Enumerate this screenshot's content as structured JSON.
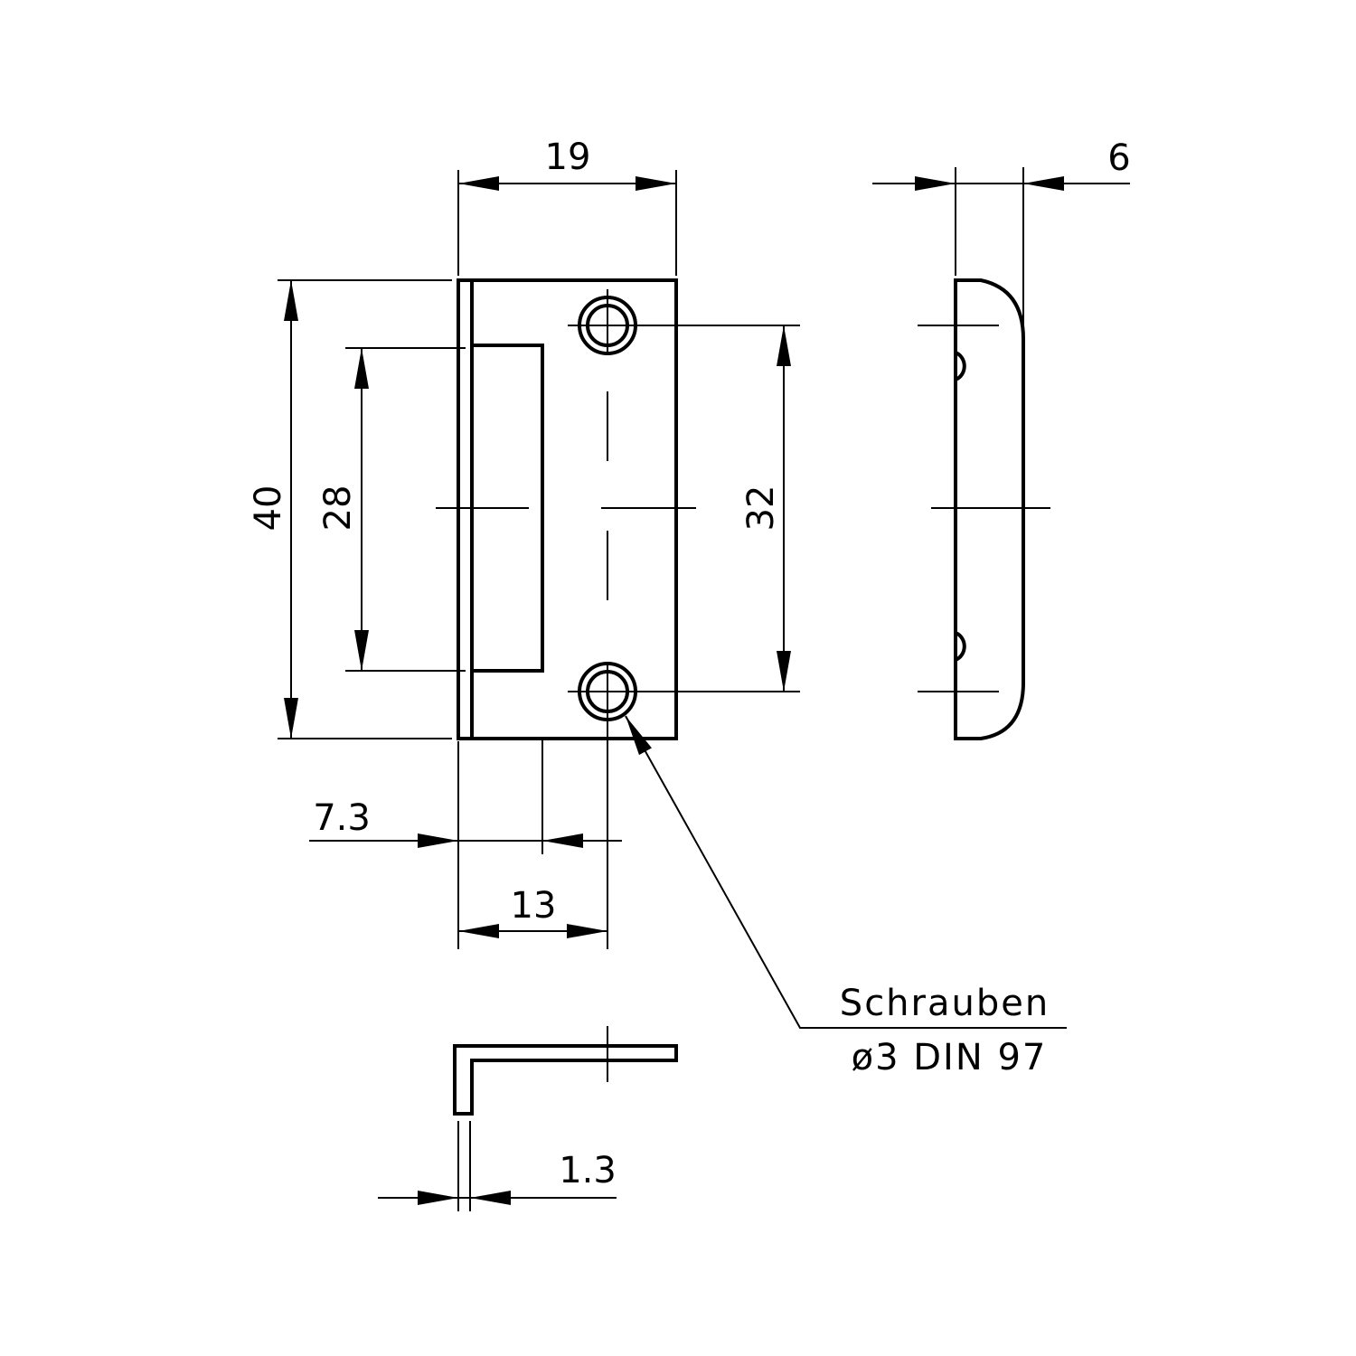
{
  "drawing": {
    "dimensions": {
      "width": "19",
      "height": "40",
      "slot_height": "28",
      "hole_spacing": "32",
      "depth": "6",
      "slot_offset": "7.3",
      "hole_offset": "13",
      "thickness": "1.3"
    },
    "note": {
      "line1": "Schrauben",
      "line2": "ø3 DIN 97"
    },
    "colors": {
      "ink": "#000000",
      "paper": "#ffffff"
    }
  }
}
